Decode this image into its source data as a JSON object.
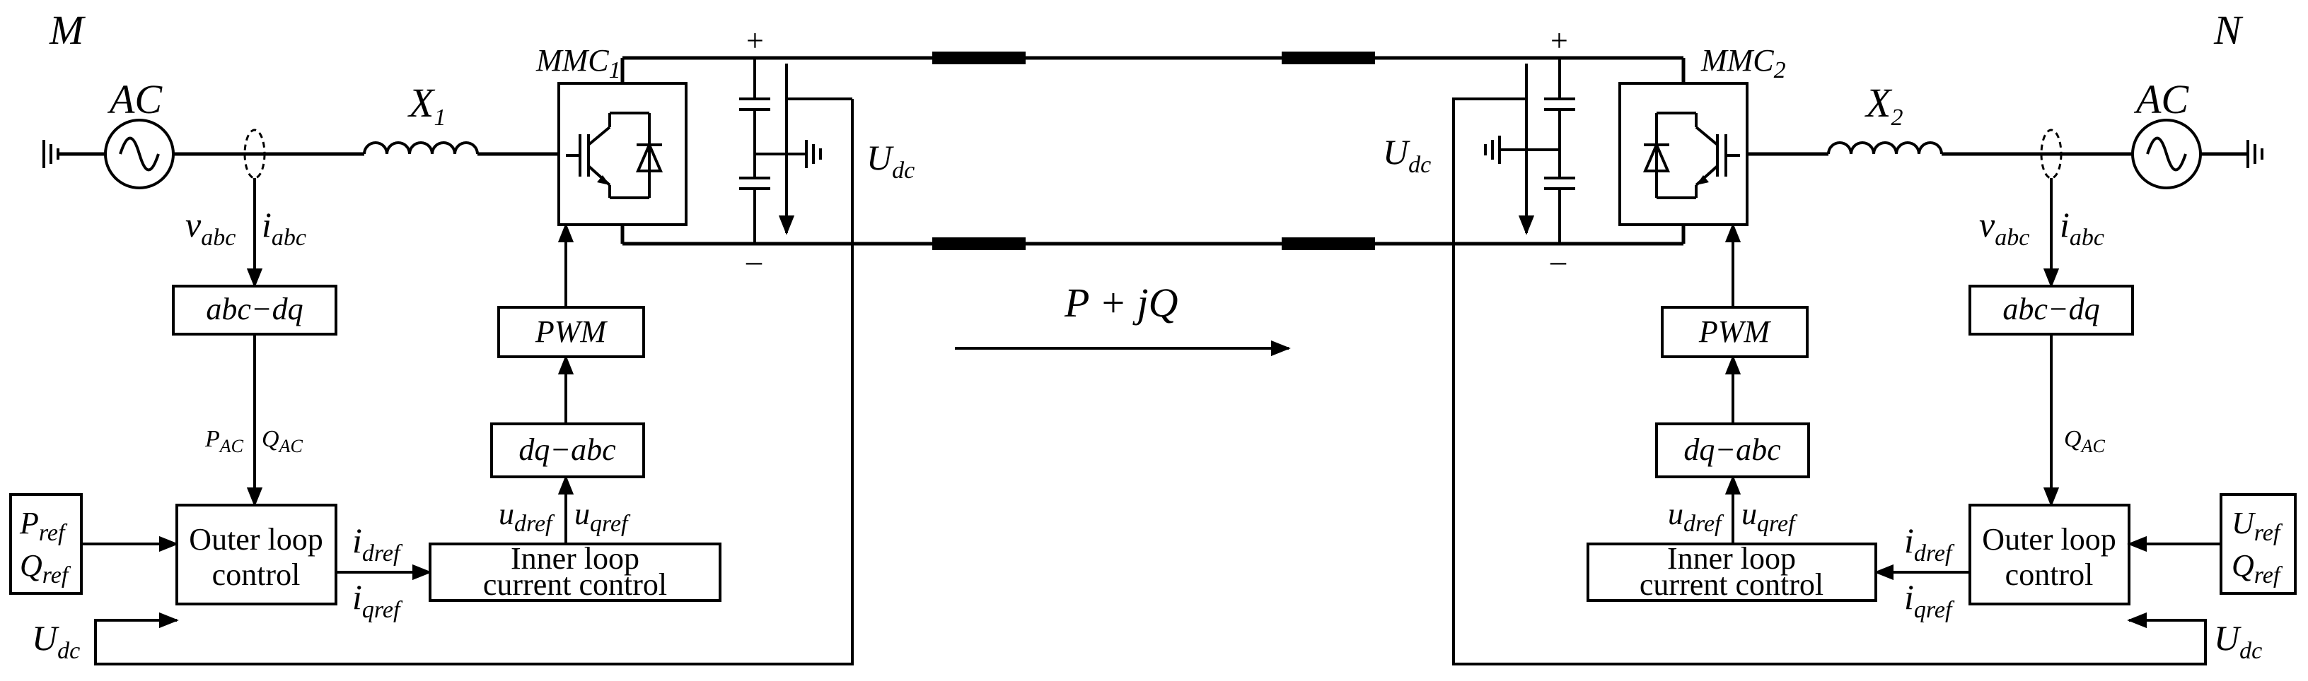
{
  "nodes": {
    "left": "M",
    "right": "N"
  },
  "converters": {
    "left": {
      "name": "MMC",
      "sub": "1"
    },
    "right": {
      "name": "MMC",
      "sub": "2"
    }
  },
  "sources": {
    "left": "AC",
    "right": "AC"
  },
  "reactances": {
    "left": {
      "name": "X",
      "sub": "1"
    },
    "right": {
      "name": "X",
      "sub": "2"
    }
  },
  "dc": {
    "voltage": {
      "name": "U",
      "sub": "dc"
    },
    "plus": "+",
    "minus": "–"
  },
  "measurements": {
    "v": {
      "name": "v",
      "sub": "abc"
    },
    "i": {
      "name": "i",
      "sub": "abc"
    }
  },
  "blocks": {
    "abc_dq": "abc−dq",
    "pwm": "PWM",
    "dq_abc": "dq−abc",
    "outer_line1": "Outer loop",
    "outer_line2": "control",
    "inner_line1": "Inner loop",
    "inner_line2": "current control"
  },
  "signals": {
    "p_ac": {
      "name": "P",
      "sub": "AC"
    },
    "q_ac": {
      "name": "Q",
      "sub": "AC"
    },
    "p_ref": {
      "name": "P",
      "sub": "ref"
    },
    "q_ref": {
      "name": "Q",
      "sub": "ref"
    },
    "u_ref": {
      "name": "U",
      "sub": "ref"
    },
    "i_dref": {
      "name": "i",
      "sub": "dref"
    },
    "i_qref": {
      "name": "i",
      "sub": "qref"
    },
    "u_dref": {
      "name": "u",
      "sub": "dref"
    },
    "u_qref": {
      "name": "u",
      "sub": "qref"
    }
  },
  "power_flow": "P + jQ"
}
